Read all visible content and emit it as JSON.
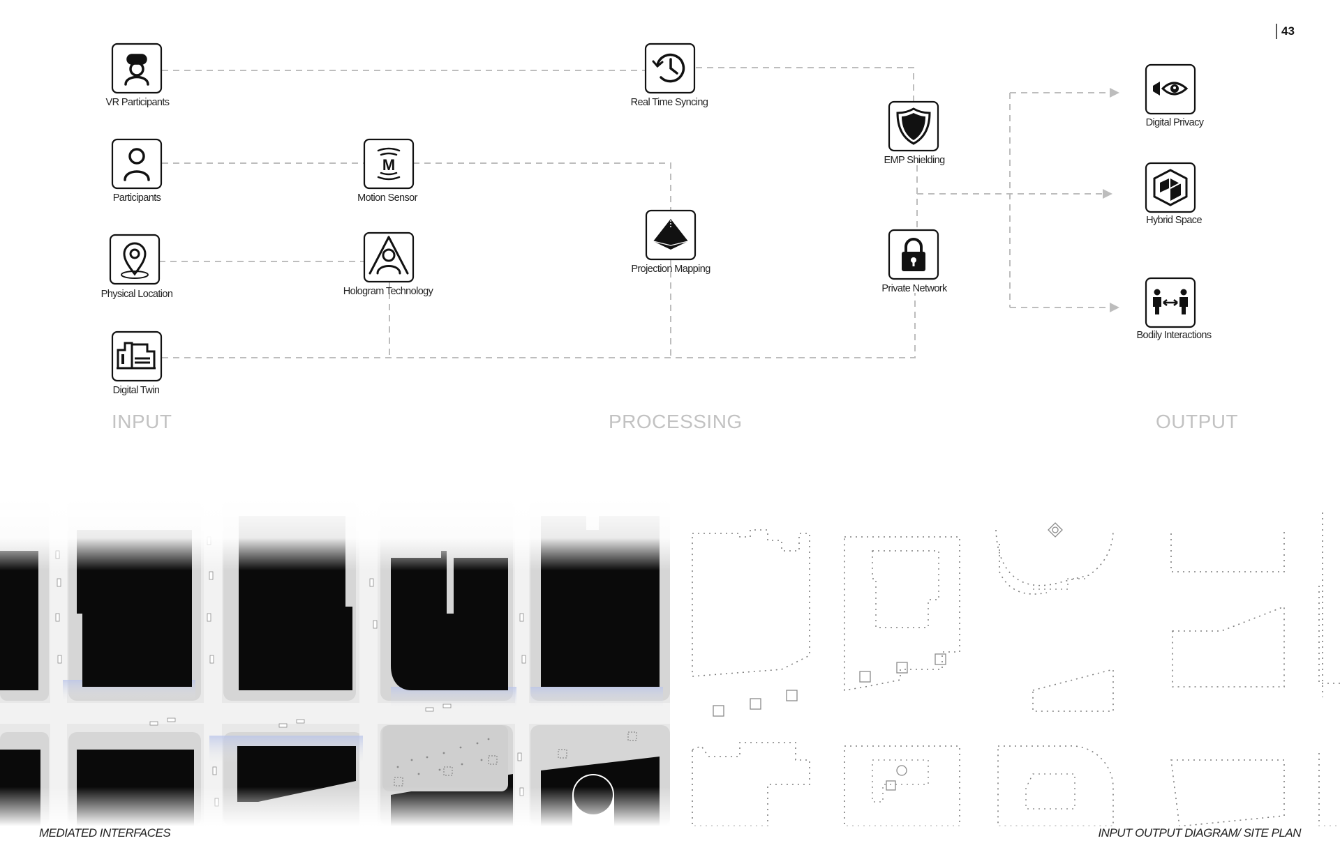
{
  "page_number": "43",
  "sections": {
    "input": "INPUT",
    "processing": "PROCESSING",
    "output": "OUTPUT"
  },
  "nodes": {
    "vr_participants": "VR Participants",
    "participants": "Participants",
    "physical_location": "Physical Location",
    "digital_twin": "Digital Twin",
    "motion_sensor": "Motion Sensor",
    "hologram_technology": "Hologram Technology",
    "real_time_syncing": "Real Time Syncing",
    "projection_mapping": "Projection Mapping",
    "emp_shielding": "EMP Shielding",
    "private_network": "Private Network",
    "digital_privacy": "Digital Privacy",
    "hybrid_space": "Hybrid Space",
    "bodily_interactions": "Bodily Interactions"
  },
  "icons": {
    "vr_participants": "vr-headset-person-icon",
    "participants": "person-icon",
    "physical_location": "location-pin-icon",
    "digital_twin": "building-twin-icon",
    "motion_sensor": "motion-sensor-icon",
    "hologram_technology": "hologram-person-icon",
    "real_time_syncing": "clock-history-icon",
    "projection_mapping": "projection-pyramid-icon",
    "emp_shielding": "shield-icon",
    "private_network": "padlock-icon",
    "digital_privacy": "eye-privacy-icon",
    "hybrid_space": "hybrid-cube-icon",
    "bodily_interactions": "two-people-interaction-icon"
  },
  "captions": {
    "left": "MEDIATED INTERFACES",
    "right": "INPUT OUTPUT DIAGRAM/ SITE PLAN"
  },
  "colors": {
    "connector": "#bdbdbd",
    "section_label": "#c2c2c2",
    "building": "#0a0a0a"
  }
}
